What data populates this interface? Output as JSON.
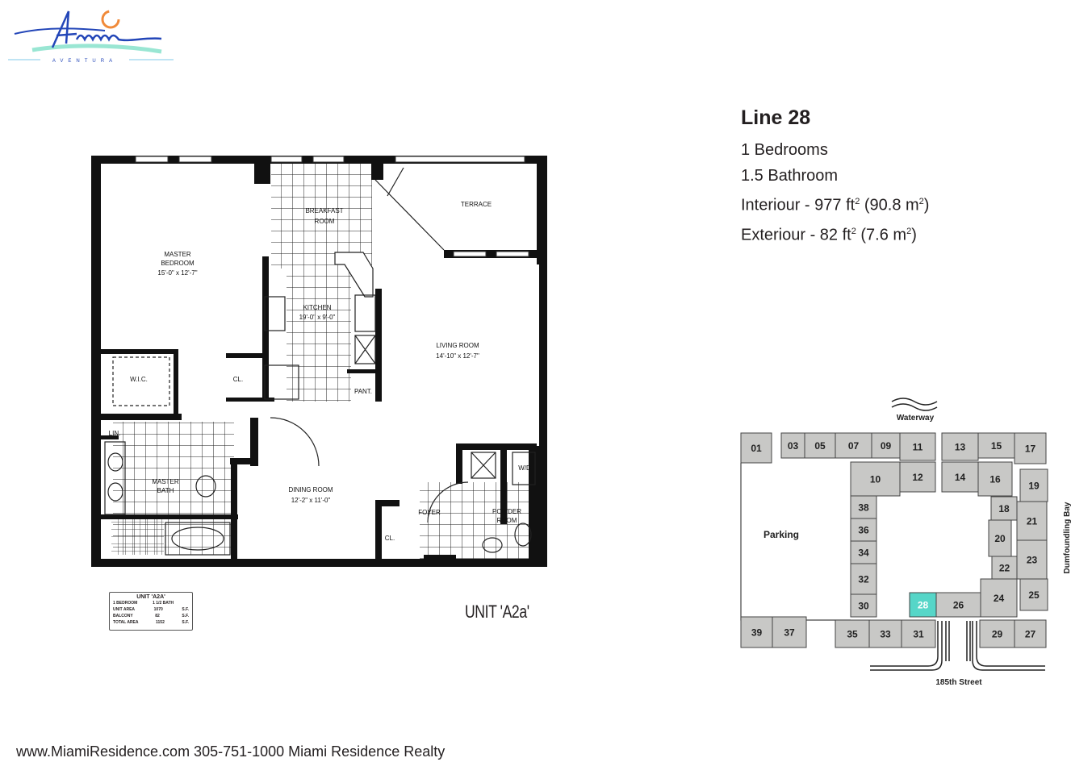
{
  "logo": {
    "name": "Alagua",
    "sub": "AVENTURA"
  },
  "unit_info": {
    "title": "Line 28",
    "bedrooms": "1 Bedrooms",
    "bathrooms": "1.5 Bathroom",
    "interior_prefix": "Interiour - 977 ft",
    "interior_mid": " (90.8 m",
    "interior_suffix": ")",
    "exterior_prefix": "Exteriour - 82 ft",
    "exterior_mid": " (7.6 m",
    "exterior_suffix": ")",
    "sup": "2"
  },
  "floorplan": {
    "unit_name": "UNIT 'A2a'",
    "rooms": {
      "master_bedroom": "MASTER",
      "master_bedroom_2": "BEDROOM",
      "master_bedroom_dim": "15'-0\" x 12'-7\"",
      "breakfast": "BREAKFAST",
      "breakfast_2": "ROOM",
      "terrace": "TERRACE",
      "kitchen": "KITCHEN",
      "kitchen_dim": "19'-0\" x 9'-0\"",
      "living": "LIVING ROOM",
      "living_dim": "14'-10\" x 12'-7\"",
      "wic": "W.I.C.",
      "cl1": "CL.",
      "pant": "PANT.",
      "lin": "LIN.",
      "master_bath": "MASTER",
      "master_bath_2": "BATH",
      "dining": "DINING ROOM",
      "dining_dim": "12'-2\" x 11'-0\"",
      "foyer": "FOYER",
      "powder": "POWDER",
      "powder_2": "ROOM",
      "wd": "W/D",
      "cl2": "CL."
    },
    "table": {
      "heading": "UNIT 'A2A'",
      "rows": [
        [
          "1 BEDROOM",
          "1 1/2 BATH",
          ""
        ],
        [
          "UNIT AREA",
          "1070",
          "S.F."
        ],
        [
          "BALCONY",
          "82",
          "S.F."
        ],
        [
          "TOTAL AREA",
          "1152",
          "S.F."
        ]
      ]
    }
  },
  "siteplan": {
    "waterway": "Waterway",
    "parking": "Parking",
    "bay": "Dumfoundling Bay",
    "street": "185th Street",
    "highlight": "28",
    "highlight_color": "#56d6c8",
    "unit_color": "#c8c8c6",
    "units": [
      "01",
      "03",
      "05",
      "07",
      "09",
      "11",
      "13",
      "15",
      "17",
      "10",
      "12",
      "14",
      "16",
      "19",
      "18",
      "21",
      "20",
      "23",
      "22",
      "25",
      "24",
      "26",
      "28",
      "30",
      "32",
      "34",
      "36",
      "38",
      "39",
      "37",
      "35",
      "33",
      "31",
      "29",
      "27"
    ]
  },
  "footer": "www.MiamiResidence.com 305-751-1000 Miami Residence Realty"
}
